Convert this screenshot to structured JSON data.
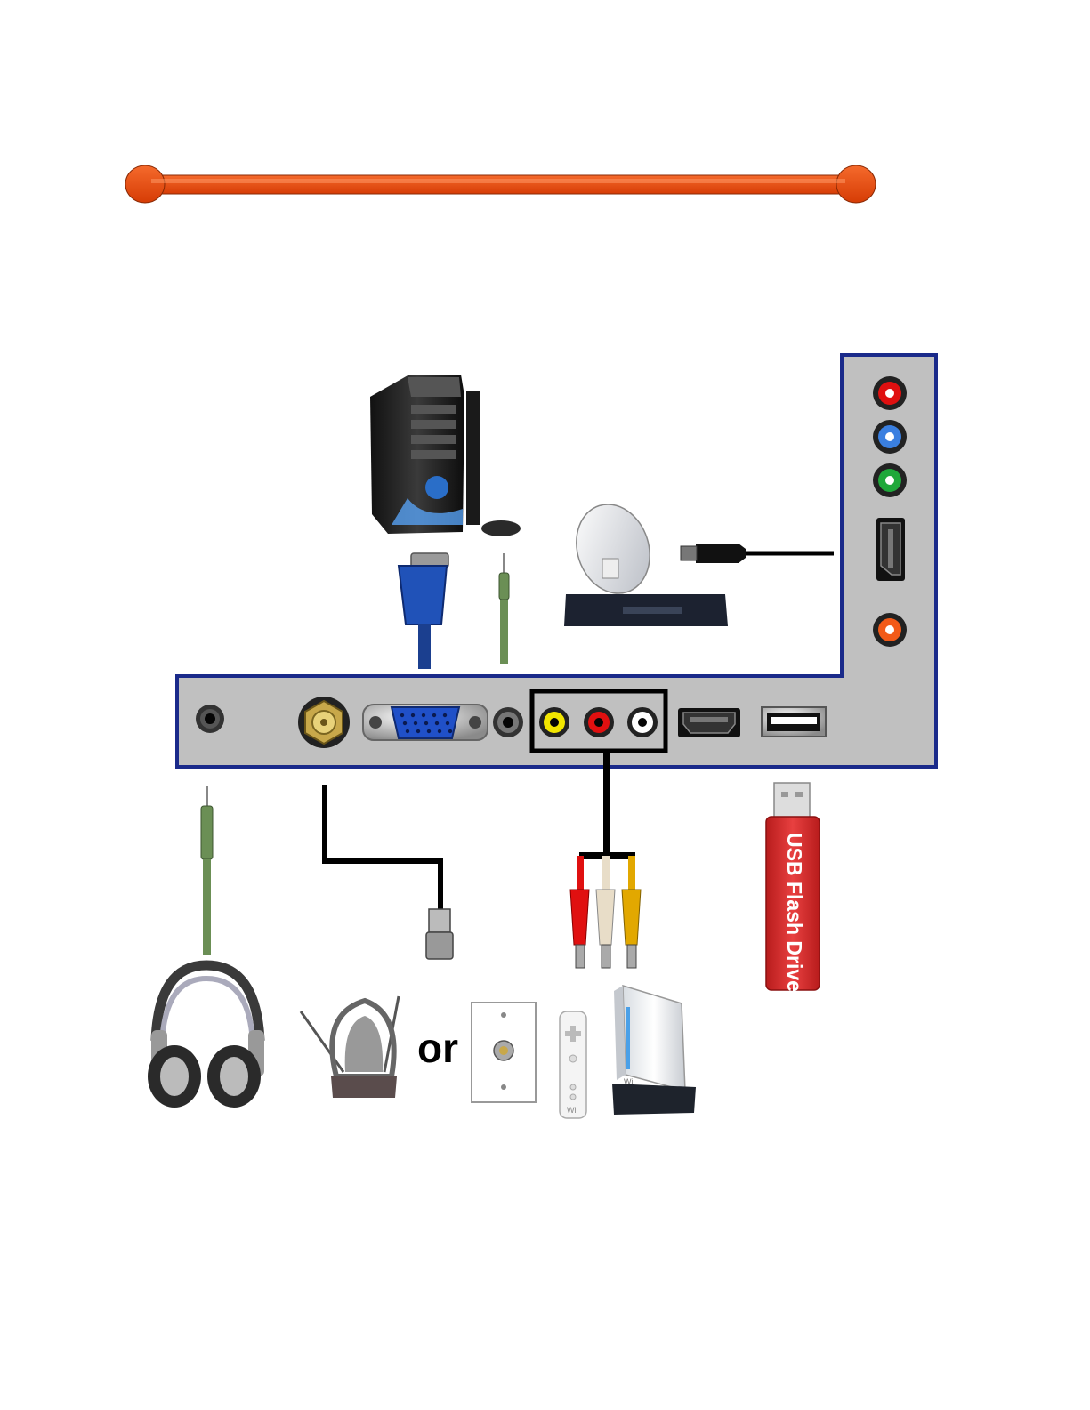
{
  "page": {
    "title_bar_color": "#e8490f",
    "title_bar_text": ""
  },
  "panel": {
    "fill": "#c0c0c0",
    "border": "#1a2a8a",
    "bottom_ports": [
      "headphone-jack-icon",
      "rf-coax-jack-icon",
      "vga-port-icon",
      "pc-audio-jack-icon",
      "composite-av-jacks-icon",
      "hdmi-port-icon",
      "usb-port-icon"
    ],
    "side_ports": [
      "component-red-jack-icon",
      "component-blue-jack-icon",
      "component-green-jack-icon",
      "hdmi-side-port-icon",
      "coaxial-audio-jack-icon"
    ],
    "av_colors": [
      "#f2e600",
      "#e01010",
      "#ffffff"
    ],
    "component_colors": [
      "#e01010",
      "#3a7fe0",
      "#1fa83a"
    ]
  },
  "devices": {
    "computer": "computer-tower-icon",
    "satellite": "satellite-receiver-icon",
    "headphones": "headphones-icon",
    "antenna": "indoor-antenna-icon",
    "wall_plate": "coax-wall-plate-icon",
    "wii_remote": "wii-remote-icon",
    "wii_console": "wii-console-icon",
    "usb_drive": "usb-flash-drive-icon"
  },
  "labels": {
    "or_text": "or",
    "usb_drive_text": "USB Flash Drive",
    "wii_text": "Wii"
  },
  "cable_colors": {
    "audio_green": "#6b8f55",
    "vga_blue": "#1b3f8f",
    "black": "#000000",
    "rca": [
      "#e01010",
      "#e8ddc8",
      "#e2a800"
    ]
  }
}
